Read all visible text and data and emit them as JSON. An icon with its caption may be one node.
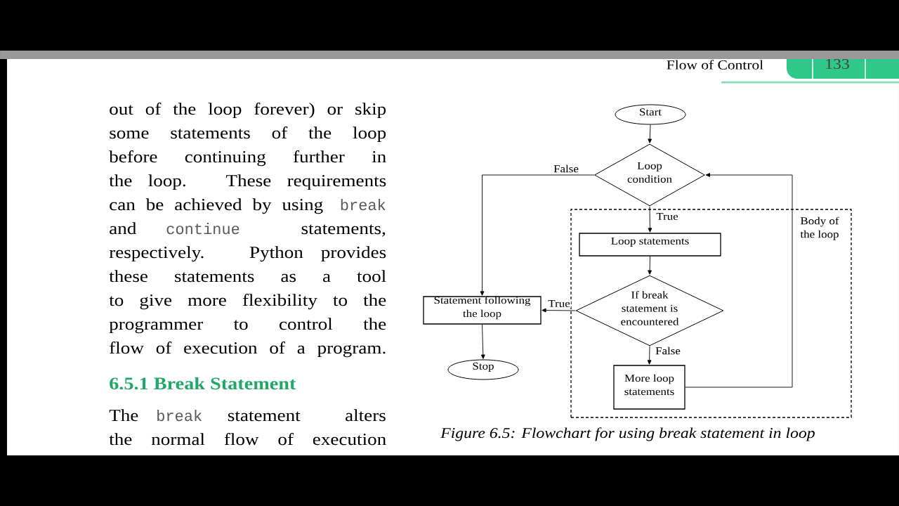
{
  "diagram": {
    "caption": "Figure 6.5: Flowchart for using break statement in loop",
    "nodes": [
      {
        "text": [
          "Start"
        ]
      },
      {
        "text": [
          "Loop condition"
        ]
      },
      {
        "text": [
          "Body of the loop"
        ]
      },
      {
        "text": [
          "Loop statements"
        ],
        "in": 2
      },
      {
        "text": [
          "If break statement is encountered"
        ],
        "in": 2
      },
      {
        "text": [
          "More loop statements"
        ],
        "in": 2
      },
      {
        "text": [
          "Statement following the loop"
        ]
      },
      {
        "text": [
          "Stop"
        ]
      }
    ],
    "edges": [
      {
        "from": 0,
        "to": 1,
        "arrow": "to"
      },
      {
        "from": 1,
        "to": 3,
        "arrow": "to",
        "label": "True"
      },
      {
        "from": 1,
        "to": 6,
        "arrow": "to",
        "label": "False"
      },
      {
        "from": 3,
        "to": 4,
        "arrow": "to"
      },
      {
        "from": 4,
        "to": 6,
        "arrow": "to",
        "label": "True"
      },
      {
        "from": 4,
        "to": 5,
        "arrow": "to",
        "label": "False"
      },
      {
        "from": 5,
        "to": 1,
        "arrow": "to"
      },
      {
        "from": 6,
        "to": 7,
        "arrow": "to"
      }
    ],
    "labels": [
      "Flow of Control",
      "133",
      "out of the loop forever) or skip",
      "some statements of the loop",
      "before continuing further in",
      "the loop. These requirements",
      "can be achieved by using",
      "break",
      "and",
      "continue",
      "statements,",
      "respectively. Python provides",
      "these statements as a tool",
      "to give more flexibility to the",
      "programmer to control the",
      "flow of execution of a program.",
      "6.5.1 Break Statement",
      "The",
      "break",
      "statement alters",
      "the normal flow of execution"
    ]
  }
}
